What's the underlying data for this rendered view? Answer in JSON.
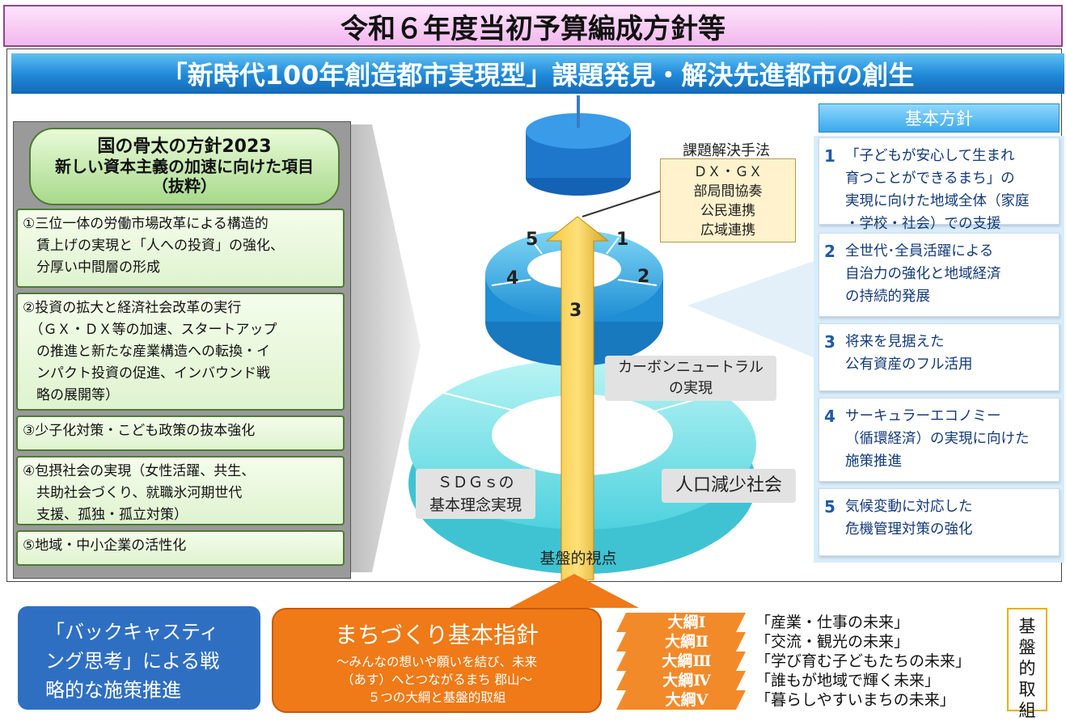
{
  "title": "令和６年度当初予算編成方針等",
  "banner": "「新時代100年創造都市実現型」課題発見・解決先進都市の創生",
  "policy": {
    "header_line1": "国の骨太の方針2023",
    "header_line2": "新しい資本主義の加速に向けた項目",
    "header_line3": "（抜粋）",
    "items": [
      "①三位一体の労働市場改革による構造的\n　賃上げの実現と「人への投資」の強化、\n　分厚い中間層の形成",
      "②投資の拡大と経済社会改革の実行\n　（ＧＸ・ＤＸ等の加速、スタートアップ\n　の推進と新たな産業構造への転換・イ\n　ンパクト投資の促進、インバウンド戦\n　略の展開等）",
      "③少子化対策・こども政策の抜本強化",
      "④包摂社会の実現（女性活躍、共生、\n　共助社会づくり、就職氷河期世代\n　支援、孤独・孤立対策）",
      "⑤地域・中小企業の活性化"
    ]
  },
  "center": {
    "ring_numbers": [
      "1",
      "2",
      "3",
      "4",
      "5"
    ],
    "method_title": "課題解決手法",
    "methods": [
      "ＤＸ・ＧＸ",
      "部局間協奏",
      "公民連携",
      "広域連携"
    ],
    "carbon_line1": "カーボンニュートラル",
    "carbon_line2": "の実現",
    "sdgs_line1": "ＳＤＧｓの",
    "sdgs_line2": "基本理念実現",
    "population": "人口減少社会",
    "base_view": "基盤的視点"
  },
  "basic_policy": {
    "header": "基本方針",
    "items": [
      {
        "num": "1",
        "text": "「子どもが安心して生まれ\n育つことができるまち」の\n実現に向けた地域全体（家庭\n・学校・社会）での支援"
      },
      {
        "num": "2",
        "text": "全世代･全員活躍による\n自治力の強化と地域経済\nの持続的発展"
      },
      {
        "num": "3",
        "text": "将来を見据えた\n公有資産のフル活用"
      },
      {
        "num": "4",
        "text": "サーキュラーエコノミー\n（循環経済）の実現に向けた\n施策推進"
      },
      {
        "num": "5",
        "text": "気候変動に対応した\n危機管理対策の強化"
      }
    ]
  },
  "bottom": {
    "backcast": "「バックキャスティ\nング思考」による戦\n略的な施策推進",
    "town_title": "まちづくり基本指針",
    "town_sub": "～みんなの想いや願いを結び、未来\n（あす）へとつながるまち 郡山～\n５つの大綱と基盤的取組",
    "outlines": [
      {
        "label": "大綱Ⅰ",
        "text": "「産業・仕事の未来」"
      },
      {
        "label": "大綱Ⅱ",
        "text": "「交流・観光の未来」"
      },
      {
        "label": "大綱Ⅲ",
        "text": "「学び育む子どもたちの未来」"
      },
      {
        "label": "大綱Ⅳ",
        "text": "「誰もが地域で輝く未来」"
      },
      {
        "label": "大綱Ⅴ",
        "text": "「暮らしやすいまちの未来」"
      }
    ],
    "kiban": [
      "基",
      "盤",
      "的",
      "取",
      "組"
    ]
  }
}
